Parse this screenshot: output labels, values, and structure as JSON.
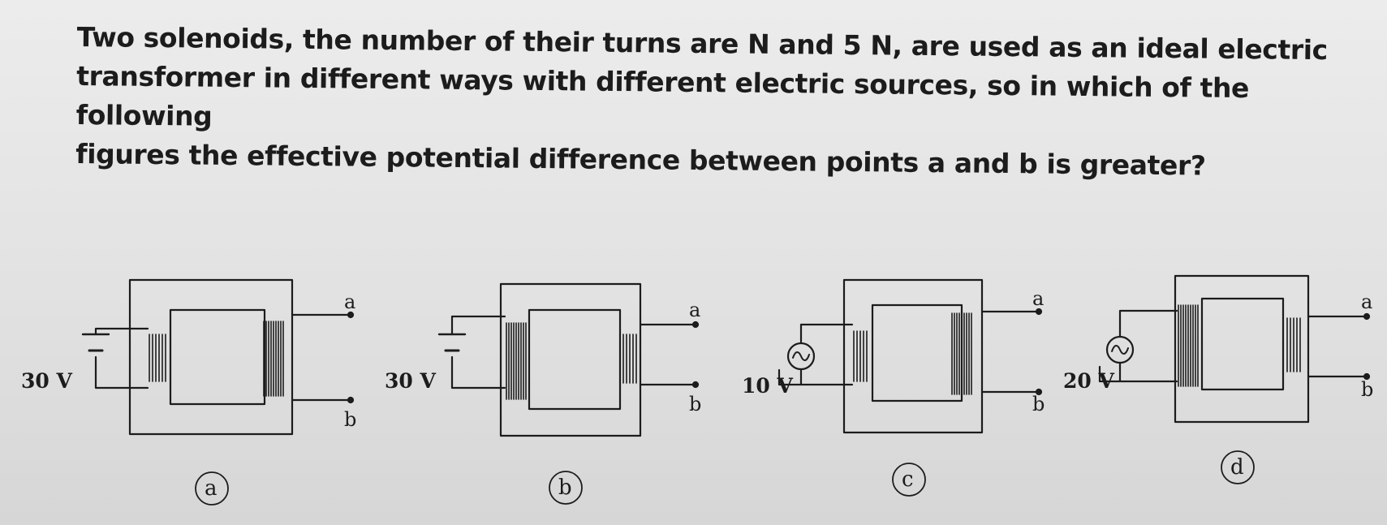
{
  "question": {
    "line1": "Two solenoids, the number of their turns are N and 5 N, are used as an ideal electric",
    "line2": "transformer in different ways with different electric sources, so in which of the following",
    "line3": "figures the effective potential difference between points a and b is greater?"
  },
  "figures": [
    {
      "label": "a",
      "voltage": "30 V",
      "source": "dc-battery",
      "terminal_top": "a",
      "terminal_bottom": "b"
    },
    {
      "label": "b",
      "voltage": "30 V",
      "source": "dc-battery",
      "terminal_top": "a",
      "terminal_bottom": "b"
    },
    {
      "label": "c",
      "voltage": "10 V",
      "source": "ac-source",
      "terminal_top": "a",
      "terminal_bottom": "b"
    },
    {
      "label": "d",
      "voltage": "20 V",
      "source": "ac-source",
      "terminal_top": "a",
      "terminal_bottom": "b"
    }
  ],
  "colors": {
    "ink": "#1c1c1c",
    "background": "#e4e4e4"
  }
}
